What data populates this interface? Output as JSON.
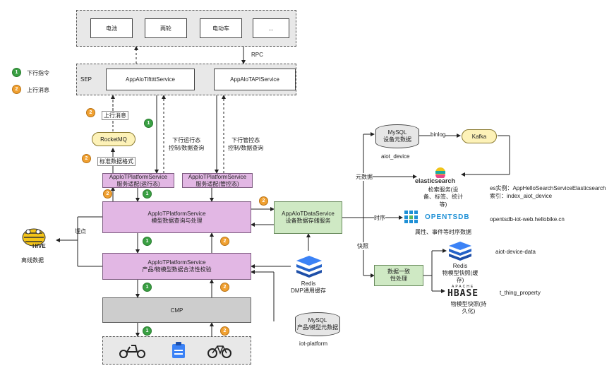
{
  "legend": {
    "down": "下行指令",
    "up": "上行消息",
    "badge_down": "1",
    "badge_up": "2"
  },
  "devices": [
    "电池",
    "两轮",
    "电动车",
    "..."
  ],
  "rpc": "RPC",
  "sep": {
    "label": "SEP",
    "service_a": "AppAloTifttttService",
    "service_b": "AppAloTAPIService"
  },
  "rocketmq": "RocketMQ",
  "up_msg": "上行消息",
  "std_format": "标准数据格式",
  "down_run": [
    "下行运行态",
    "控制/数据查询"
  ],
  "down_manage": [
    "下行管控态",
    "控制/数据查询"
  ],
  "adapter_run": [
    "AppIoTPlatformService",
    "服务适配(运行态)"
  ],
  "adapter_manage": [
    "AppIoTPlatformService",
    "服务适配(管控态)"
  ],
  "model_query": [
    "AppIoTPlatformService",
    "模型数据查询与处理"
  ],
  "validate": [
    "AppIoTPlatformService",
    "产品/物模型数据合法性校验"
  ],
  "cmp": "CMP",
  "data_service": [
    "AppAIoTDataService",
    "设备数据存储服务"
  ],
  "hive": {
    "logo": "HIVE",
    "caption": "离线数据",
    "edge": "埋点"
  },
  "redis_dmp": [
    "Redis",
    "DMP通用缓存"
  ],
  "mysql_platform": {
    "db": [
      "MySQL",
      "产品/模型元数据"
    ],
    "caption": "iot-platform"
  },
  "mysql_device": {
    "db": [
      "MySQL",
      "设备元数据"
    ],
    "caption": "aiot_device"
  },
  "binlog": "binlog",
  "kafka": "Kafka",
  "es": {
    "logo": "elasticsearch",
    "desc": [
      "检索服务(设",
      "备、标签、统计",
      "等)"
    ],
    "example": [
      "es实例：AppHelloSearchServiceElasticsearch",
      "索引：index_aiot_device"
    ]
  },
  "opentsdb": {
    "logo": "OPENTSDB",
    "desc": "属性、事件等时序数据",
    "host": "opentsdb-iot-web.hellobike.cn"
  },
  "edges": {
    "meta": "元数据",
    "timeseries": "时序",
    "snapshot": "快照"
  },
  "consistency": [
    "数据一致",
    "性处理"
  ],
  "redis_snapshot": {
    "db": "Redis",
    "desc": [
      "物模型快照(缓",
      "存)"
    ],
    "name": "aiot-device-data"
  },
  "hbase": {
    "logo": "HBASE",
    "logo_top": "APACHE",
    "desc": [
      "物模型快照(持",
      "久化)"
    ],
    "name": "t_thing_property"
  }
}
